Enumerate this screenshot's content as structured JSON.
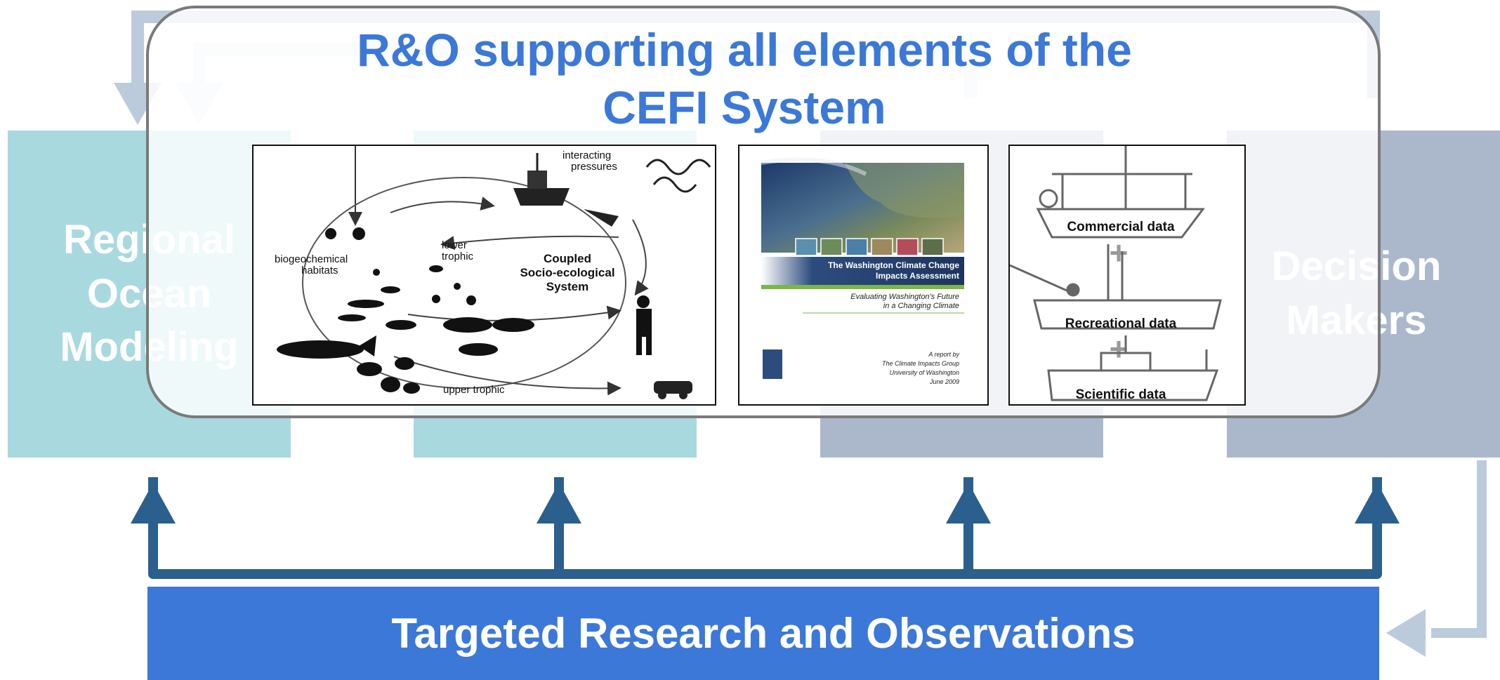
{
  "title": {
    "line1": "R&O supporting all elements of the",
    "line2": "CEFI System"
  },
  "boxes": {
    "regional": {
      "line1": "Regional",
      "line2": "Ocean",
      "line3": "Modeling"
    },
    "decision": {
      "line1": "Decision",
      "line2": "Makers"
    }
  },
  "bottom_bar": {
    "label": "Targeted Research and Observations"
  },
  "panel_ecosystem": {
    "interacting": "interacting",
    "pressures": "pressures",
    "lower": "lower",
    "trophic": "trophic",
    "biogeochemical": "biogeochemical",
    "habitats": "habitats",
    "coupled": "Coupled",
    "socio": "Socio-ecological",
    "system": "System",
    "upper": "upper trophic"
  },
  "panel_report": {
    "title_line1": "The Washington Climate Change",
    "title_line2": "Impacts Assessment",
    "subtitle_line1": "Evaluating Washington's Future",
    "subtitle_line2": "in a Changing Climate",
    "byline1": "A report by",
    "byline2": "The Climate Impacts Group",
    "byline3": "University of Washington",
    "byline4": "June 2009"
  },
  "panel_data": {
    "commercial": "Commercial data",
    "recreational": "Recreational data",
    "scientific": "Scientific data",
    "plus": "+"
  },
  "colors": {
    "accent_blue": "#3b78d8",
    "arrow_dark": "#2b5f8e",
    "teal_box": "#a8d9df",
    "slate_box": "#abb8cc",
    "overlay_border": "#7a7a7a"
  }
}
